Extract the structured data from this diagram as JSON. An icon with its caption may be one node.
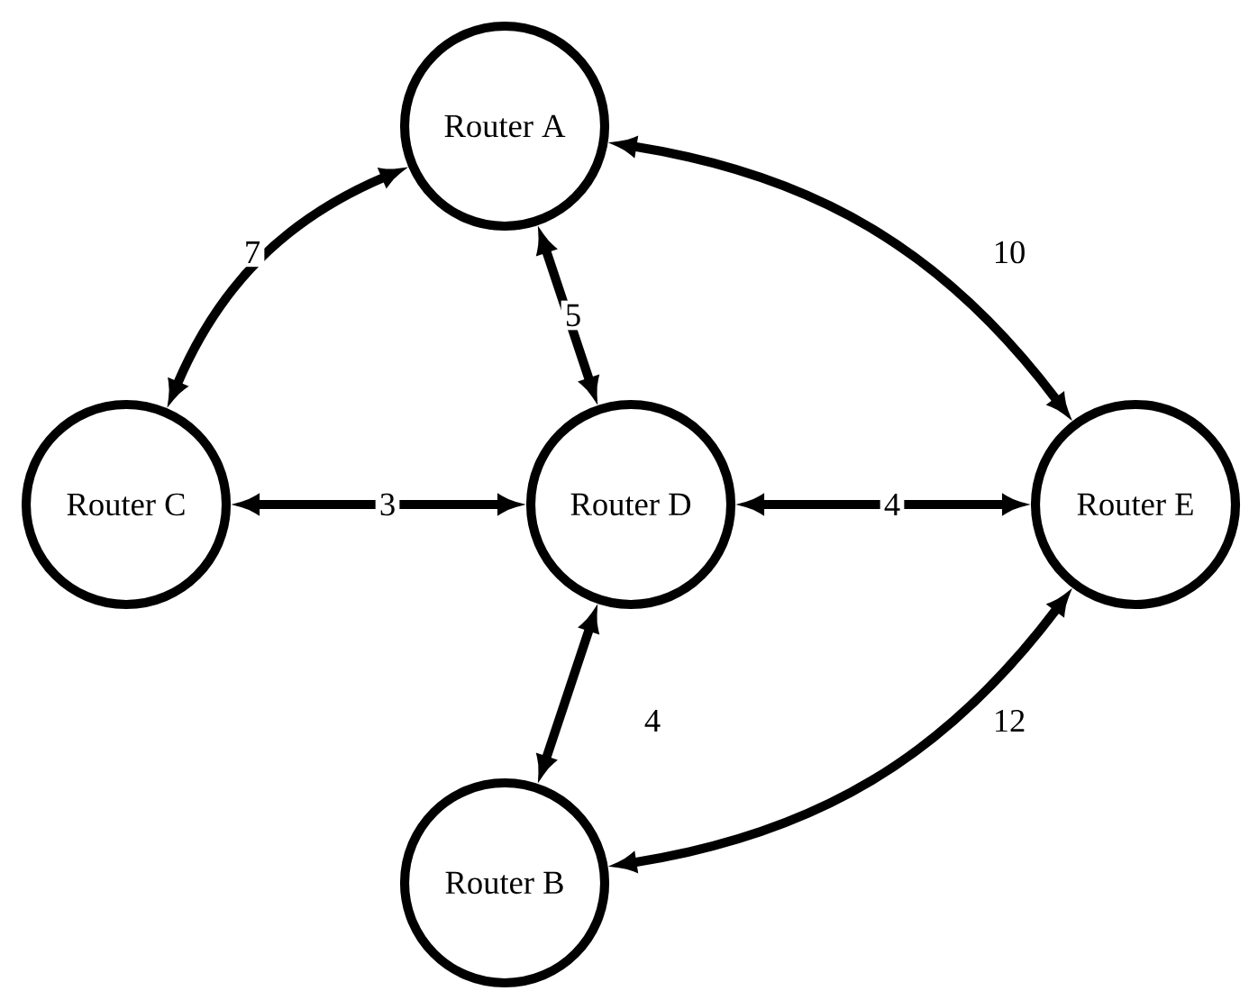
{
  "diagram": {
    "nodes": [
      {
        "text": [
          "Router A"
        ]
      },
      {
        "text": [
          "Router C"
        ]
      },
      {
        "text": [
          "Router D"
        ]
      },
      {
        "text": [
          "Router E"
        ]
      },
      {
        "text": [
          "Router B"
        ]
      }
    ],
    "edges": [
      {
        "from": 0,
        "to": 1,
        "arrow": "both",
        "label": "7"
      },
      {
        "from": 0,
        "to": 2,
        "arrow": "both",
        "label": "5"
      },
      {
        "from": 0,
        "to": 3,
        "arrow": "both",
        "label": "10"
      },
      {
        "from": 1,
        "to": 2,
        "arrow": "both",
        "label": "3"
      },
      {
        "from": 2,
        "to": 3,
        "arrow": "both",
        "label": "4"
      },
      {
        "from": 2,
        "to": 4,
        "arrow": "both",
        "label": "4"
      },
      {
        "from": 3,
        "to": 4,
        "arrow": "both",
        "label": "12"
      }
    ]
  }
}
